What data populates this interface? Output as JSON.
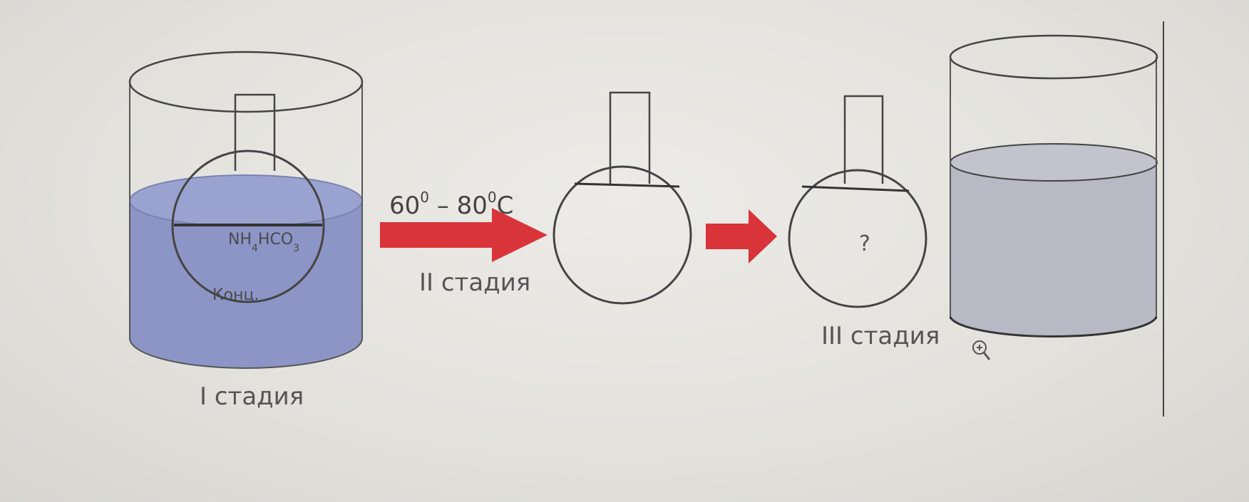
{
  "stages": {
    "stage1": "I стадия",
    "stage2": "II стадия",
    "stage3": "III стадия"
  },
  "flask1": {
    "formula_a": "NH",
    "formula_sub1": "4",
    "formula_b": "HCO",
    "formula_sub2": "3",
    "conc": "Конц."
  },
  "temperature": {
    "t1": "60",
    "t1_sup": "0",
    "dash": "–",
    "t2": "80",
    "t2_sup": "0",
    "unit": "C"
  },
  "flask3": {
    "unknown": "?"
  },
  "colors": {
    "liquid": "#8c95c6",
    "liquid_dark": "#7f88bb",
    "liquid_gray": "#b7b9c4",
    "arrow": "#d9343a",
    "outline": "#4a4a4a"
  },
  "icons": {
    "zoom": "zoom-in-icon"
  }
}
